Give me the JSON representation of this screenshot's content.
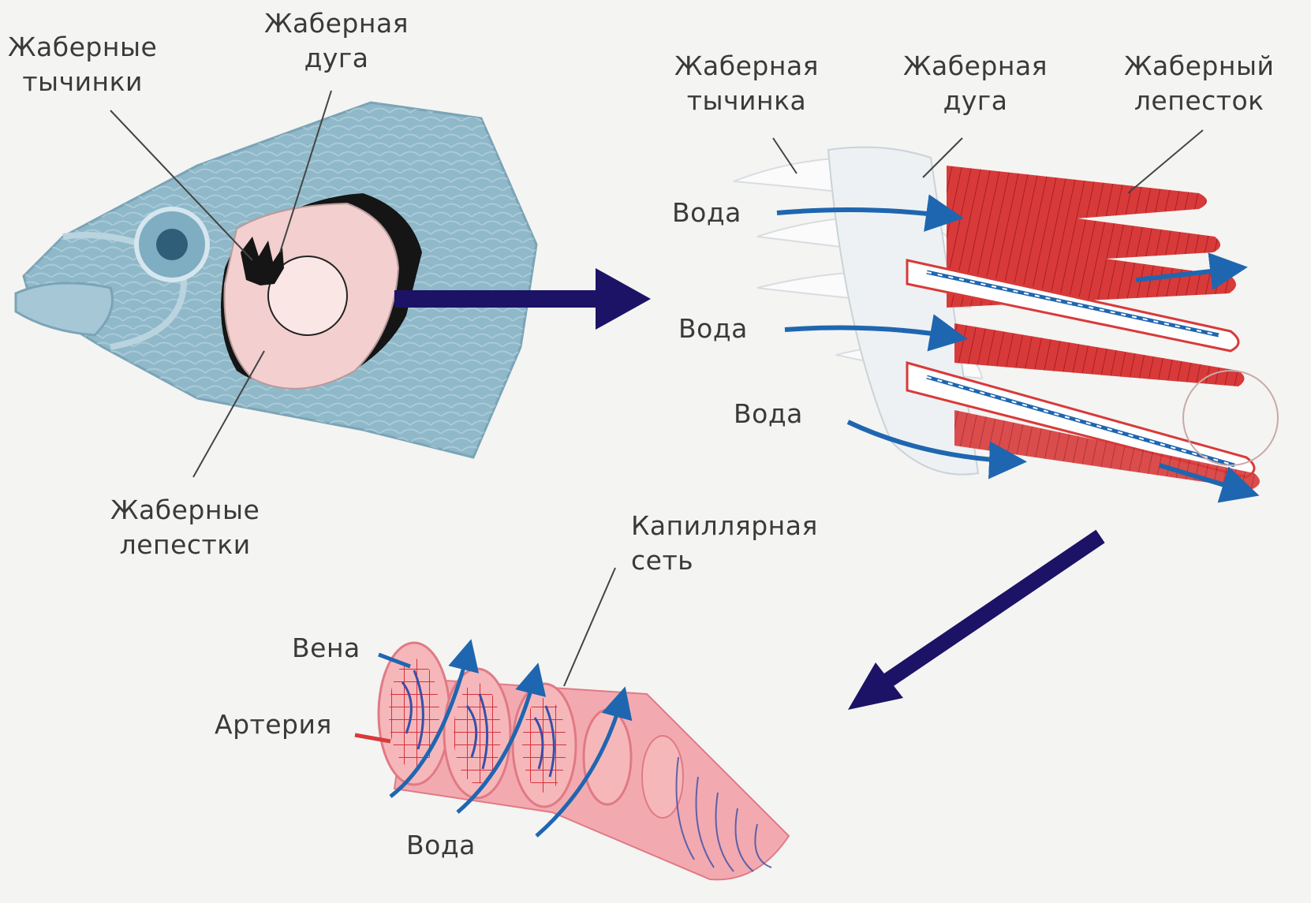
{
  "labels": {
    "fish_rakers": "Жаберные\nтычинки",
    "fish_arch": "Жаберная\nдуга",
    "fish_filaments": "Жаберные\nлепестки",
    "detail_raker": "Жаберная\nтычинка",
    "detail_arch": "Жаберная\nдуга",
    "detail_filament": "Жаберный\nлепесток",
    "water_1": "Вода",
    "water_2": "Вода",
    "water_3": "Вода",
    "capillary": "Капиллярная\nсеть",
    "vein": "Вена",
    "artery": "Артерия",
    "water_bottom": "Вода"
  },
  "colors": {
    "background": "#f4f4f2",
    "fish": "#8fb8c9",
    "gill_pink": "#f3cfcf",
    "filament_red": "#d83a3a",
    "capillary_pink": "#ee9a9e",
    "water_blue": "#1f66b0",
    "arrow_navy": "#1c1266",
    "label_text": "#3a3a3a"
  }
}
